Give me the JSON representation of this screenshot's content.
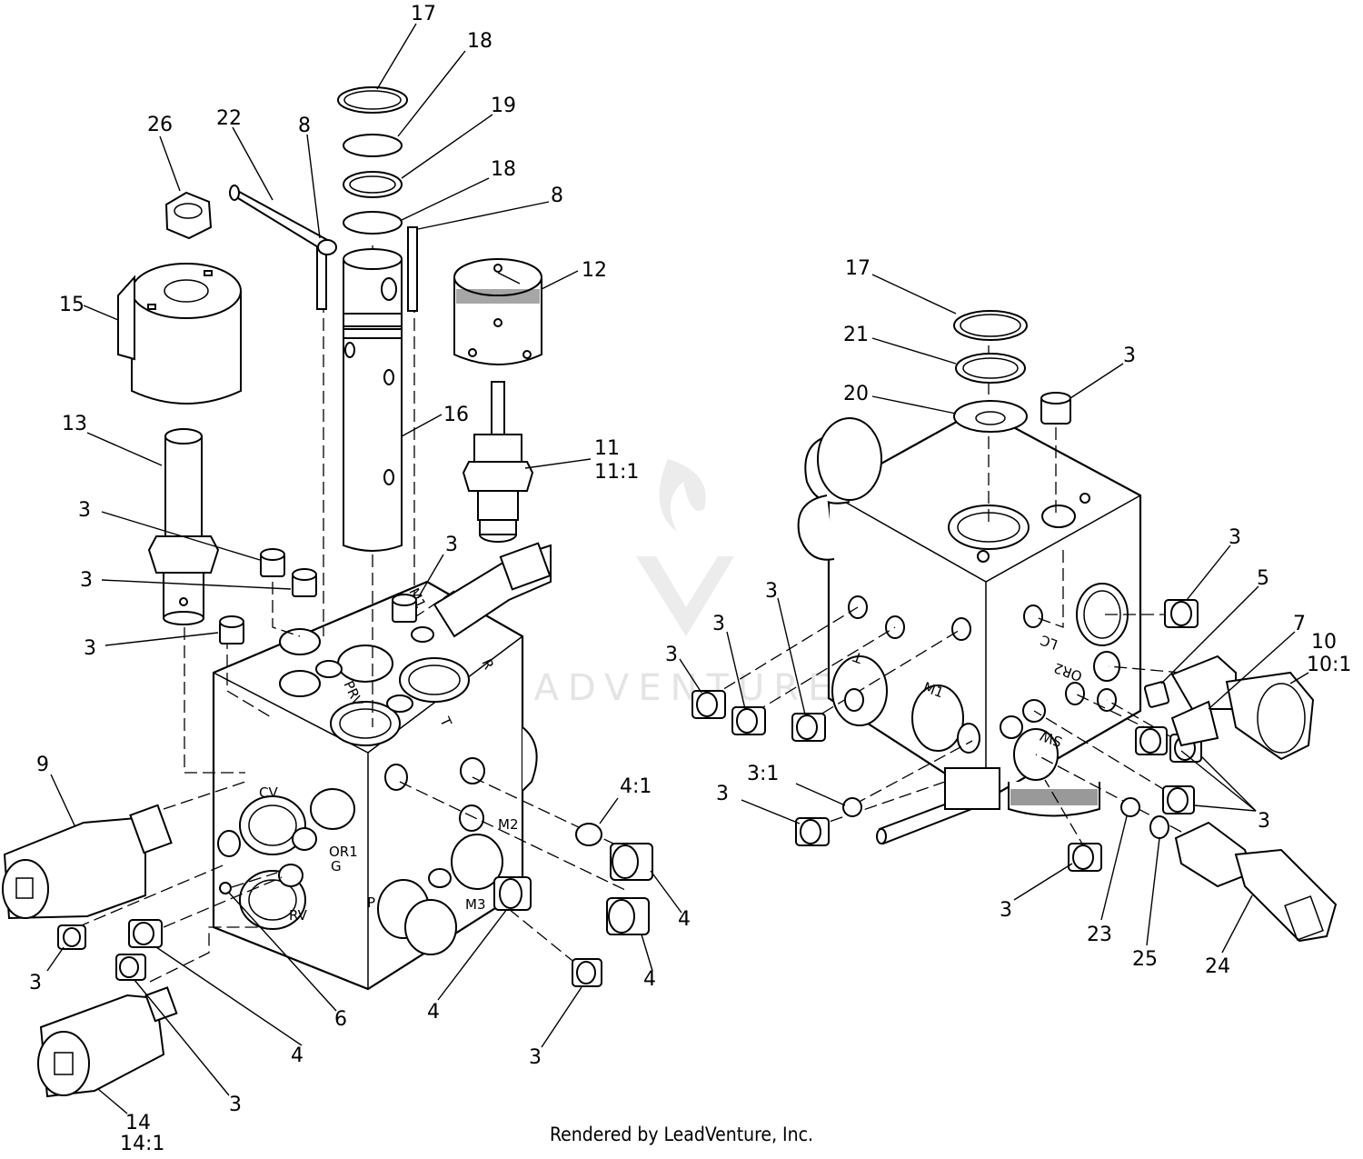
{
  "watermark": {
    "brand": "LEADVENTURE"
  },
  "footer": {
    "credit": "Rendered by LeadVenture, Inc."
  },
  "valve_markings": {
    "left": {
      "cv": "CV",
      "or1": "OR1",
      "g": "G",
      "rv": "RV",
      "m2": "M2",
      "m3": "M3",
      "p": "P",
      "prv": "PRV",
      "t": "T",
      "m1": "M1",
      "r": "R"
    },
    "right": {
      "m1": "M1",
      "lc": "LC",
      "or2": "OR2",
      "sw": "SW",
      "t": "T"
    }
  },
  "callouts": {
    "c17a": "17",
    "c18a": "18",
    "c19": "19",
    "c18b": "18",
    "c8a": "8",
    "c8b": "8",
    "c26": "26",
    "c22": "22",
    "c12": "12",
    "c15": "15",
    "c16": "16",
    "c13": "13",
    "c11": "11",
    "c11_1": "11:1",
    "c3a": "3",
    "c3b": "3",
    "c3c": "3",
    "c3d": "3",
    "c9": "9",
    "c4_1": "4:1",
    "c4a": "4",
    "c4b": "4",
    "c4c": "4",
    "c4d": "4",
    "c3e": "3",
    "c6": "6",
    "c3f": "3",
    "c3g": "3",
    "c14": "14",
    "c14_1": "14:1",
    "c17b": "17",
    "c21": "21",
    "c20": "20",
    "c3h": "3",
    "c3i": "3",
    "c5": "5",
    "c7": "7",
    "c10": "10",
    "c10_1": "10:1",
    "c3j": "3",
    "c3k": "3",
    "c3l": "3",
    "c3m": "3",
    "c3_1": "3:1",
    "c3n": "3",
    "c3o": "3",
    "c23": "23",
    "c25": "25",
    "c24": "24"
  }
}
